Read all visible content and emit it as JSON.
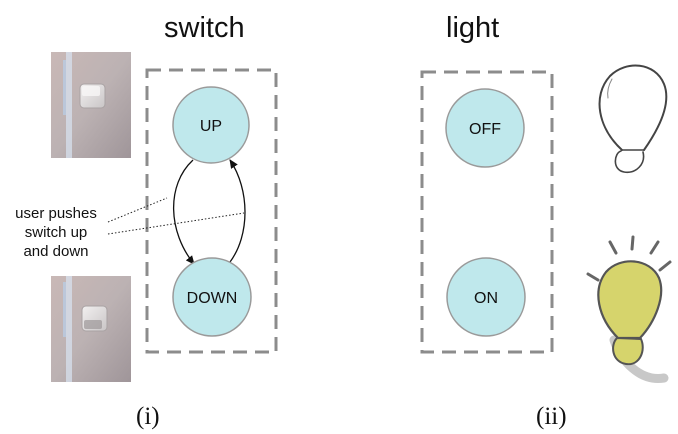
{
  "titles": {
    "switch": "switch",
    "light": "light"
  },
  "panels": {
    "left": "(i)",
    "right": "(ii)"
  },
  "switch_states": {
    "up": "UP",
    "down": "DOWN"
  },
  "light_states": {
    "off": "OFF",
    "on": "ON"
  },
  "annotation": {
    "line1": "user pushes",
    "line2": "switch up",
    "line3": "and down"
  },
  "colors": {
    "state_fill": "#bfe8ec",
    "dashed_border": "#8c8c8c",
    "bulb_fill": "#d6d46c"
  },
  "icons": {
    "switch_up_photo": "wall-switch-up-photo",
    "switch_down_photo": "wall-switch-down-photo",
    "bulb_off": "light-bulb-off-sketch",
    "bulb_on": "light-bulb-on-sketch"
  }
}
